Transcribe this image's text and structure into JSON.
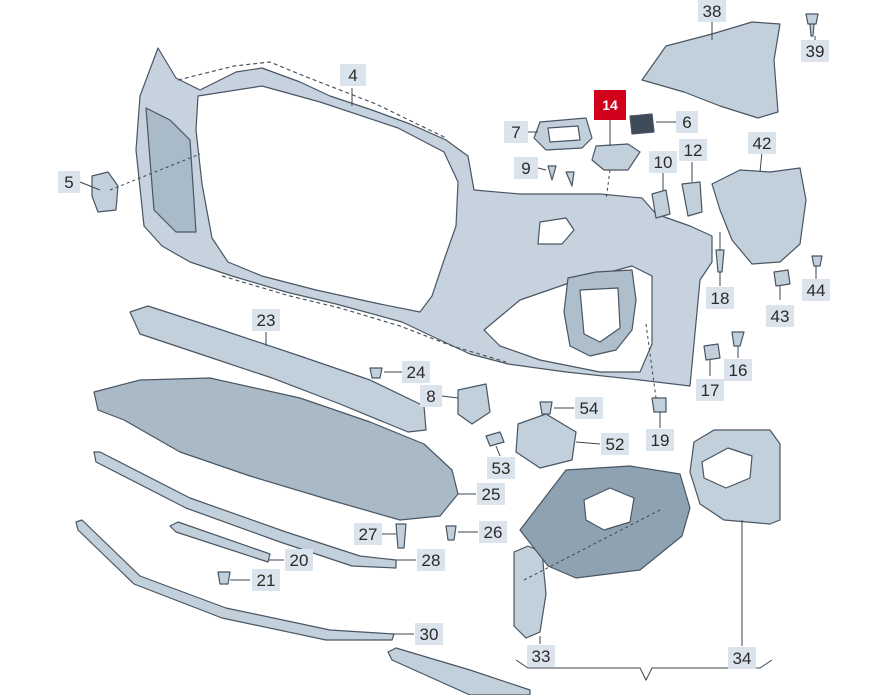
{
  "diagram": {
    "label_color": "#dbe3ec",
    "highlight_color": "#d0021b",
    "part_fill": "#c2d0dc",
    "part_stroke": "#4a5663",
    "callouts": [
      {
        "id": "4",
        "label": "4"
      },
      {
        "id": "5",
        "label": "5"
      },
      {
        "id": "6",
        "label": "6"
      },
      {
        "id": "7",
        "label": "7"
      },
      {
        "id": "8",
        "label": "8"
      },
      {
        "id": "9",
        "label": "9"
      },
      {
        "id": "10",
        "label": "10"
      },
      {
        "id": "12",
        "label": "12"
      },
      {
        "id": "14",
        "label": "14",
        "highlighted": true
      },
      {
        "id": "16",
        "label": "16"
      },
      {
        "id": "17",
        "label": "17"
      },
      {
        "id": "18",
        "label": "18"
      },
      {
        "id": "19",
        "label": "19"
      },
      {
        "id": "20",
        "label": "20"
      },
      {
        "id": "21",
        "label": "21"
      },
      {
        "id": "23",
        "label": "23"
      },
      {
        "id": "24",
        "label": "24"
      },
      {
        "id": "25",
        "label": "25"
      },
      {
        "id": "26",
        "label": "26"
      },
      {
        "id": "27",
        "label": "27"
      },
      {
        "id": "28",
        "label": "28"
      },
      {
        "id": "30",
        "label": "30"
      },
      {
        "id": "33",
        "label": "33"
      },
      {
        "id": "34",
        "label": "34"
      },
      {
        "id": "38",
        "label": "38"
      },
      {
        "id": "39",
        "label": "39"
      },
      {
        "id": "42",
        "label": "42"
      },
      {
        "id": "43",
        "label": "43"
      },
      {
        "id": "44",
        "label": "44"
      },
      {
        "id": "52",
        "label": "52"
      },
      {
        "id": "53",
        "label": "53"
      },
      {
        "id": "54",
        "label": "54"
      }
    ]
  }
}
